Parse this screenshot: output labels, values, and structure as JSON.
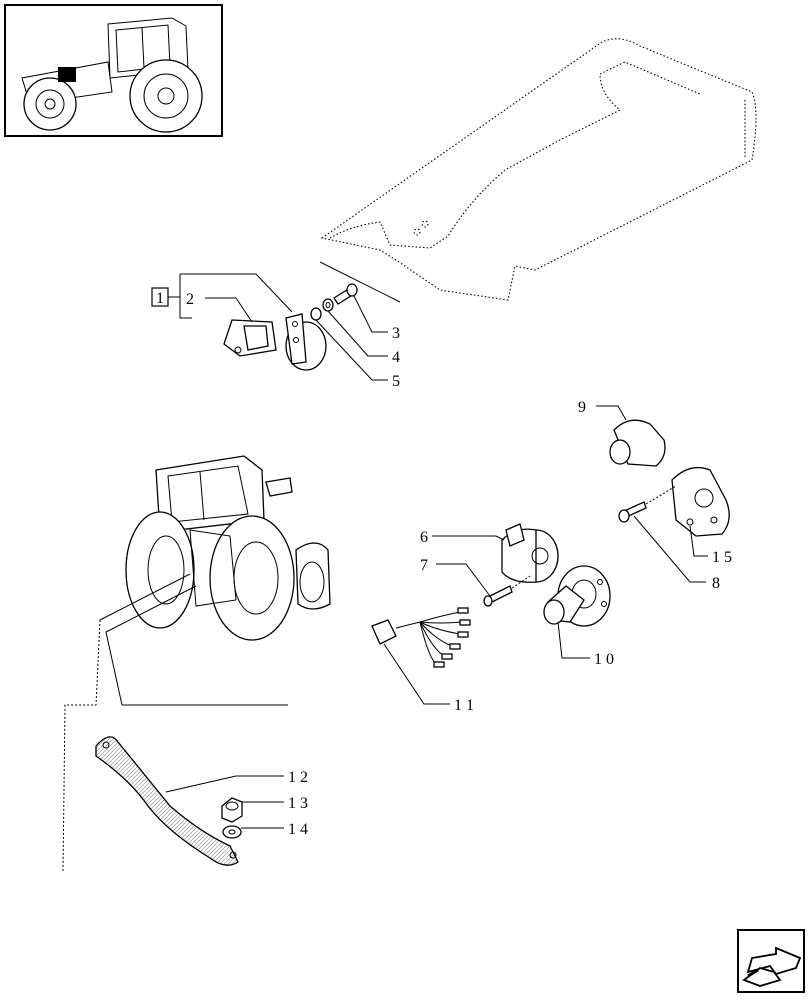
{
  "diagram": {
    "group_box_label": "1",
    "callouts": [
      "2",
      "3",
      "4",
      "5",
      "6",
      "7",
      "8",
      "9",
      "1 0",
      "1 1",
      "1 2",
      "1 3",
      "1 4",
      "1 5"
    ],
    "nav_icon": "arrow-left-icon",
    "colors": {
      "ink": "#000000",
      "paper": "#ffffff",
      "mesh": "#888888"
    }
  }
}
